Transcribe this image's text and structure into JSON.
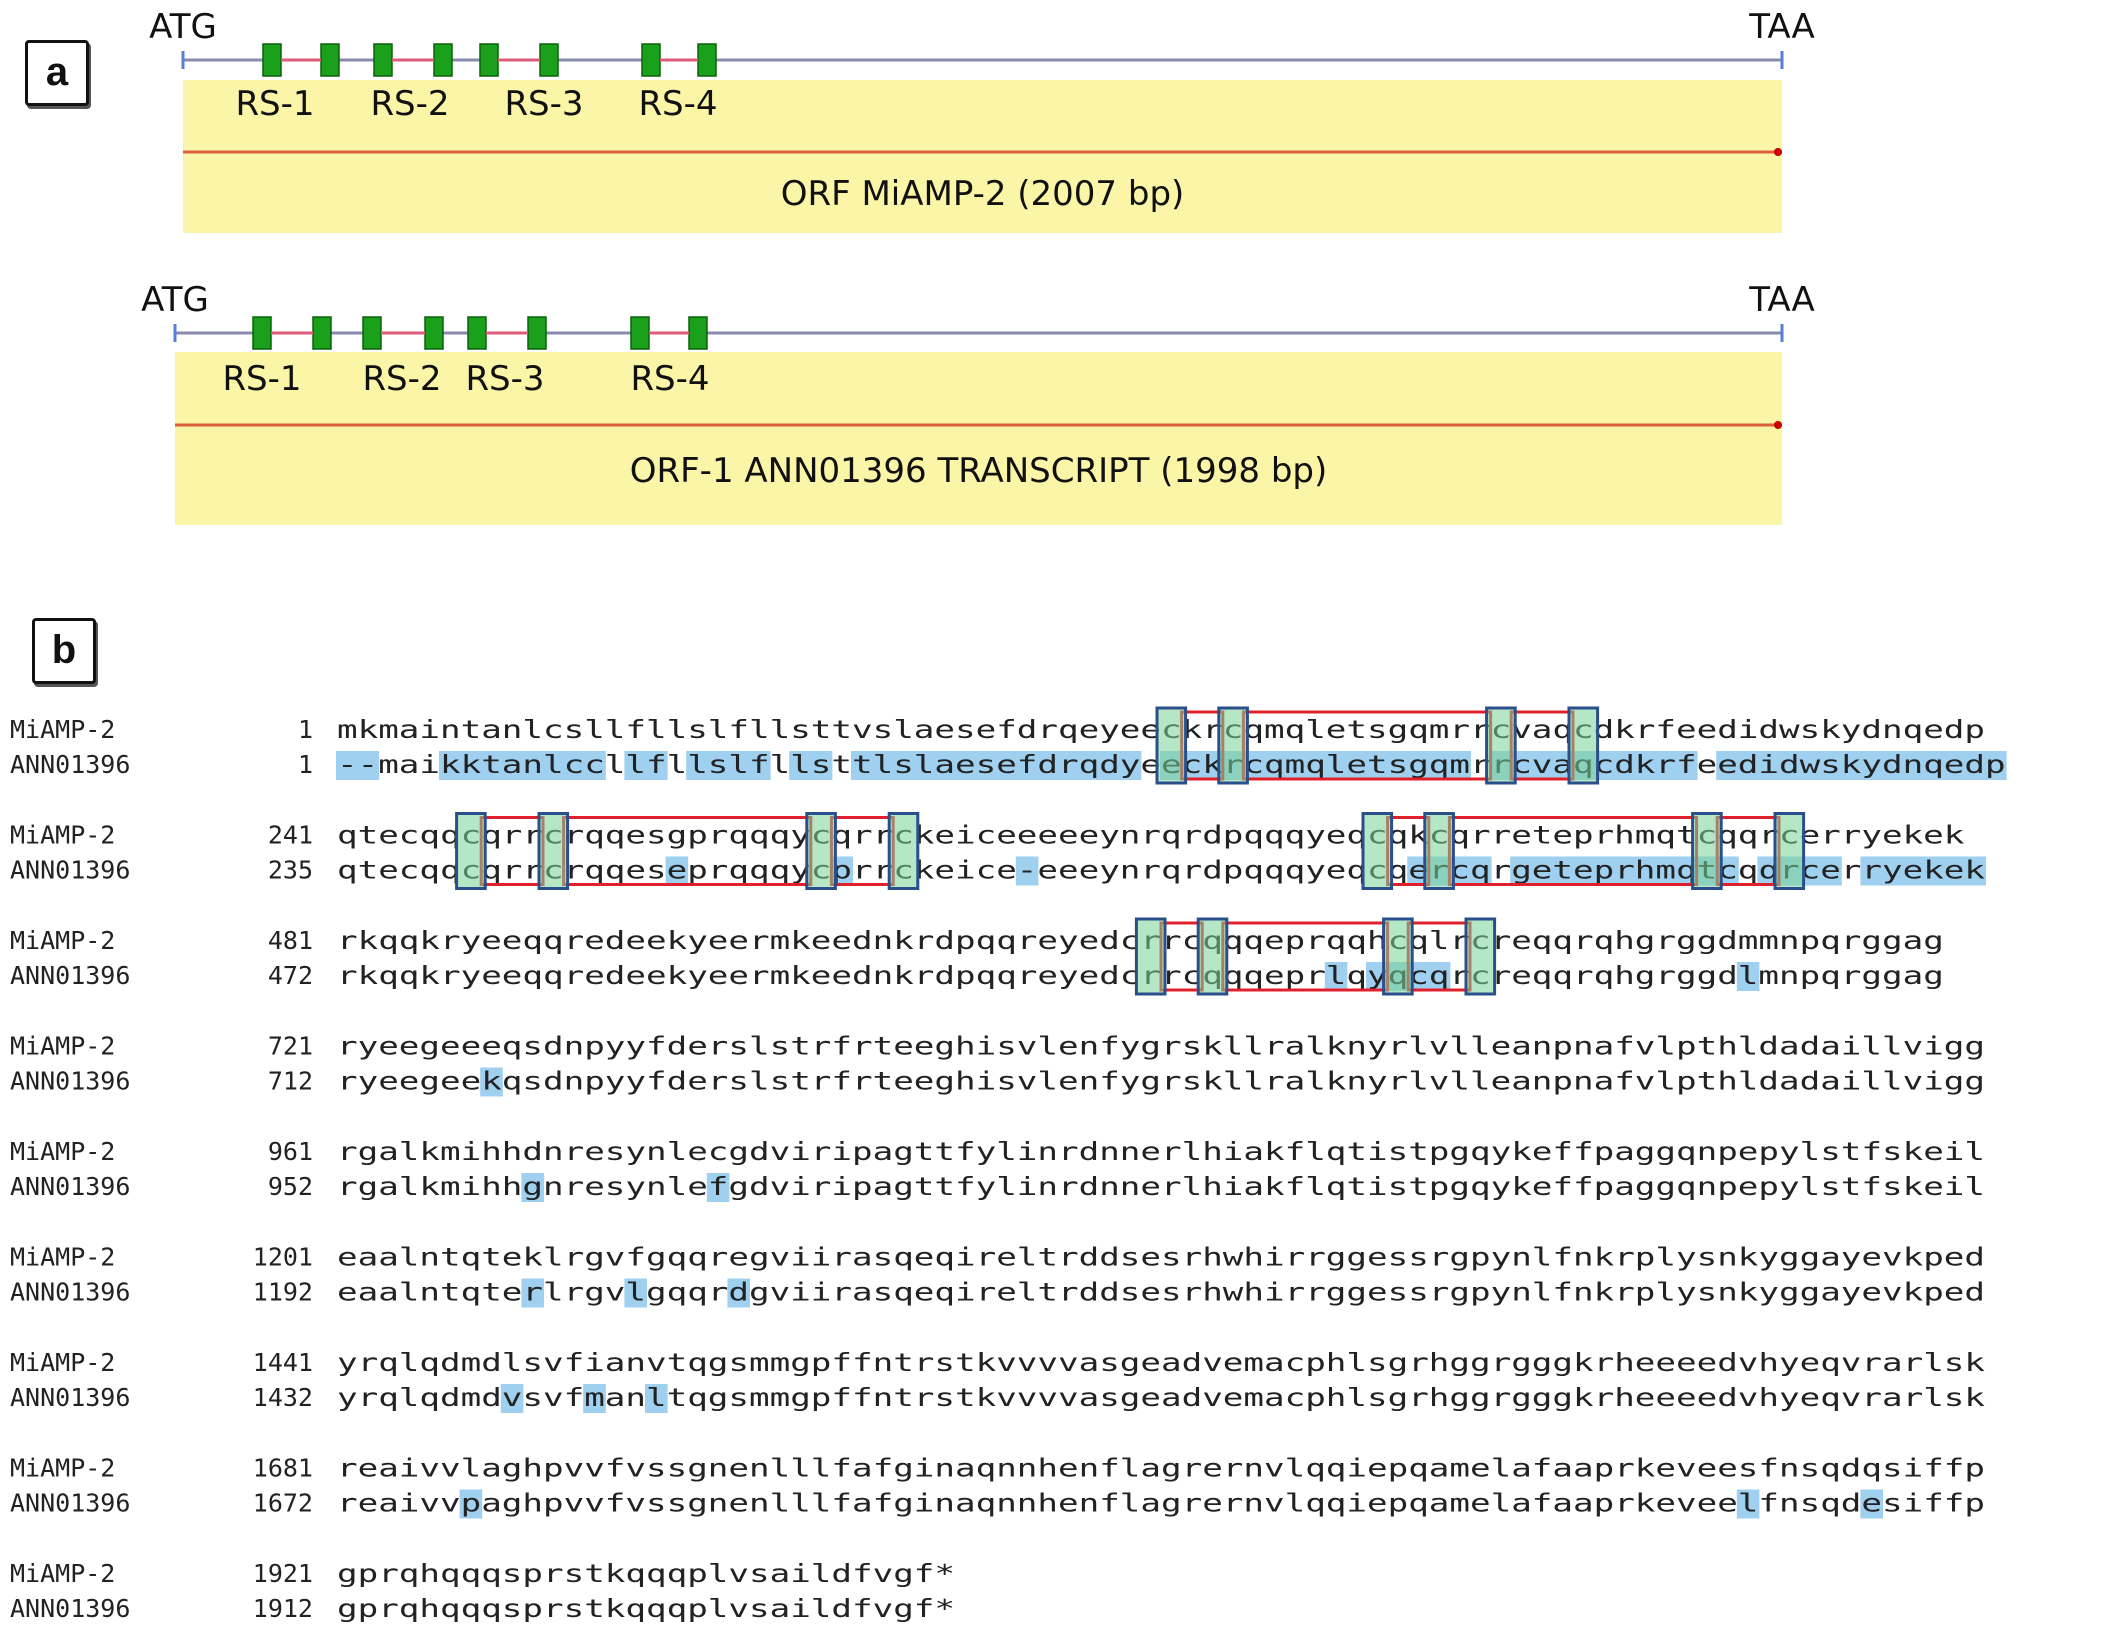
{
  "panel_a": {
    "label": "a",
    "orfs": [
      {
        "start_codon": "ATG",
        "stop_codon": "TAA",
        "title": "ORF MiAMP-2 (2007 bp)",
        "repeats": [
          "RS-1",
          "RS-2",
          "RS-3",
          "RS-4"
        ]
      },
      {
        "start_codon": "ATG",
        "stop_codon": "TAA",
        "title": "ORF-1 ANN01396 TRANSCRIPT (1998 bp)",
        "repeats": [
          "RS-1",
          "RS-2",
          "RS-3",
          "RS-4"
        ]
      }
    ]
  },
  "panel_b": {
    "label": "b",
    "alignment": [
      {
        "rows": [
          {
            "name": "MiAMP-2",
            "start": "1",
            "seq": "mkmaintanlcsllfllslfllsttvslaesefdrqeyeeckrcqmqletsgqmrrcvaqcdkrfeedidwskydnqedp"
          },
          {
            "name": "ANN01396",
            "start": "1",
            "seq": "--maikktanlccllfllslfllsttlslaesefdrqdyeeckrcqmqletsgqmrrcvaqcdkrfeedidwskydnqedp"
          }
        ]
      },
      {
        "rows": [
          {
            "name": "MiAMP-2",
            "start": "241",
            "seq": "qtecqqcqrrcrqqesgprqqqycqrrckeiceeeeeynrqrdpqqqyeqcqkcqrreteprhmqtcqqrcerryekek"
          },
          {
            "name": "ANN01396",
            "start": "235",
            "seq": "qtecqqcqrrcrqqeseprqqqycprrckeice-eeeynrqrdpqqqyeqcqercqrgeteprhmqtcqqrcerryekek"
          }
        ]
      },
      {
        "rows": [
          {
            "name": "MiAMP-2",
            "start": "481",
            "seq": "rkqqkryeeqqredeekyeermkeednkrdpqqreyedcrrcqqqeprqqhcqlrcreqqrqhgrggdmmnpqrggag"
          },
          {
            "name": "ANN01396",
            "start": "472",
            "seq": "rkqqkryeeqqredeekyeermkeednkrdpqqreyedcrrcqqqeprlqyqcqrcreqqrqhgrggdlmnpqrggag"
          }
        ]
      },
      {
        "rows": [
          {
            "name": "MiAMP-2",
            "start": "721",
            "seq": "ryeegeeeqsdnpyyfderslstrfrteeghisvlenfygrskllralknyrlvlleanpnafvlpthldadaillvigg"
          },
          {
            "name": "ANN01396",
            "start": "712",
            "seq": "ryeegeekqsdnpyyfderslstrfrteeghisvlenfygrskllralknyrlvlleanpnafvlpthldadaillvigg"
          }
        ]
      },
      {
        "rows": [
          {
            "name": "MiAMP-2",
            "start": "961",
            "seq": "rgalkmihhdnresynlecgdviripagttfylinrdnnerlhiakflqtistpgqykeffpaggqnpepylstfskeil"
          },
          {
            "name": "ANN01396",
            "start": "952",
            "seq": "rgalkmihhgnresynlefgdviripagttfylinrdnnerlhiakflqtistpgqykeffpaggqnpepylstfskeil"
          }
        ]
      },
      {
        "rows": [
          {
            "name": "MiAMP-2",
            "start": "1201",
            "seq": "eaalntqteklrgvfgqqregviirasqeqireltrddsesrhwhirrggessrgpynlfnkrplysnkyggayevkped"
          },
          {
            "name": "ANN01396",
            "start": "1192",
            "seq": "eaalntqterlrgvlgqqrdgviirasqeqireltrddsesrhwhirrggessrgpynlfnkrplysnkyggayevkped"
          }
        ]
      },
      {
        "rows": [
          {
            "name": "MiAMP-2",
            "start": "1441",
            "seq": "yrqlqdmdlsvfianvtqgsmmgpffntrstkvvvvasgeadvemacphlsgrhggrgggkrheeeedvhyeqvrarlsk"
          },
          {
            "name": "ANN01396",
            "start": "1432",
            "seq": "yrqlqdmdvsvfmanltqgsmmgpffntrstkvvvvasgeadvemacphlsgrhggrgggkrheeeedvhyeqvrarlsk"
          }
        ]
      },
      {
        "rows": [
          {
            "name": "MiAMP-2",
            "start": "1681",
            "seq": "reaivvlaghpvvfvssgnenlllfafginaqnnhenflagrernvlqqiepqamelafaaprkeveesfnsqdqsiffp"
          },
          {
            "name": "ANN01396",
            "start": "1672",
            "seq": "reaivvpaghpvvfvssgnenlllfafginaqnnhenflagrernvlqqiepqamelafaaprkeveelfnsqdesiffp"
          }
        ]
      },
      {
        "rows": [
          {
            "name": "MiAMP-2",
            "start": "1921",
            "seq": "gprqhqqqsprstkqqqplvsaildfvgf*"
          },
          {
            "name": "ANN01396",
            "start": "1912",
            "seq": "gprqhqqqsprstkqqqplvsaildfvgf*"
          }
        ]
      }
    ]
  }
}
